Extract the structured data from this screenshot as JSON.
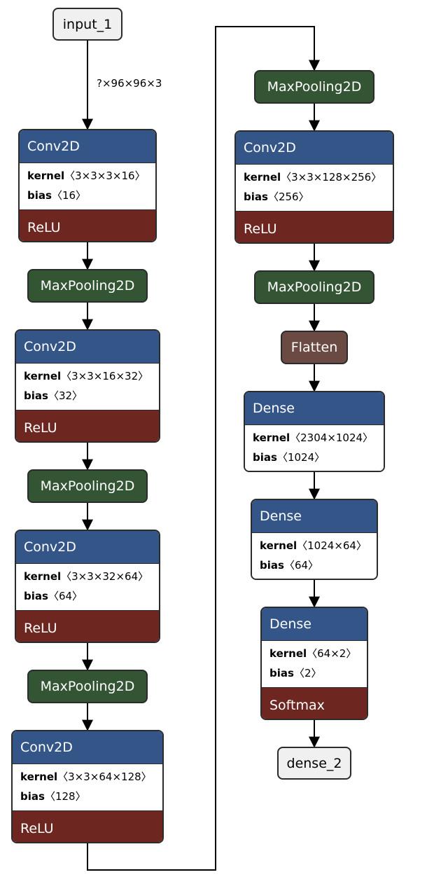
{
  "input": {
    "label": "input_1"
  },
  "input_shape": "?×96×96×3",
  "output": {
    "label": "dense_2"
  },
  "layers": {
    "conv1": {
      "type": "Conv2D",
      "kernel_key": "kernel",
      "kernel": "〈3×3×3×16〉",
      "bias_key": "bias",
      "bias": "〈16〉",
      "activation": "ReLU"
    },
    "pool1": {
      "type": "MaxPooling2D"
    },
    "conv2": {
      "type": "Conv2D",
      "kernel_key": "kernel",
      "kernel": "〈3×3×16×32〉",
      "bias_key": "bias",
      "bias": "〈32〉",
      "activation": "ReLU"
    },
    "pool2": {
      "type": "MaxPooling2D"
    },
    "conv3": {
      "type": "Conv2D",
      "kernel_key": "kernel",
      "kernel": "〈3×3×32×64〉",
      "bias_key": "bias",
      "bias": "〈64〉",
      "activation": "ReLU"
    },
    "pool3": {
      "type": "MaxPooling2D"
    },
    "conv4": {
      "type": "Conv2D",
      "kernel_key": "kernel",
      "kernel": "〈3×3×64×128〉",
      "bias_key": "bias",
      "bias": "〈128〉",
      "activation": "ReLU"
    },
    "pool4": {
      "type": "MaxPooling2D"
    },
    "conv5": {
      "type": "Conv2D",
      "kernel_key": "kernel",
      "kernel": "〈3×3×128×256〉",
      "bias_key": "bias",
      "bias": "〈256〉",
      "activation": "ReLU"
    },
    "pool5": {
      "type": "MaxPooling2D"
    },
    "flatten": {
      "type": "Flatten"
    },
    "dense1": {
      "type": "Dense",
      "kernel_key": "kernel",
      "kernel": "〈2304×1024〉",
      "bias_key": "bias",
      "bias": "〈1024〉"
    },
    "dense2": {
      "type": "Dense",
      "kernel_key": "kernel",
      "kernel": "〈1024×64〉",
      "bias_key": "bias",
      "bias": "〈64〉"
    },
    "dense3": {
      "type": "Dense",
      "kernel_key": "kernel",
      "kernel": "〈64×2〉",
      "bias_key": "bias",
      "bias": "〈2〉",
      "activation": "Softmax"
    }
  },
  "colors": {
    "conv_header": "#335588",
    "activation": "#6e2620",
    "pooling": "#335534",
    "flatten": "#6a4a42",
    "io": "#f0f0f0",
    "edge": "#000000"
  }
}
